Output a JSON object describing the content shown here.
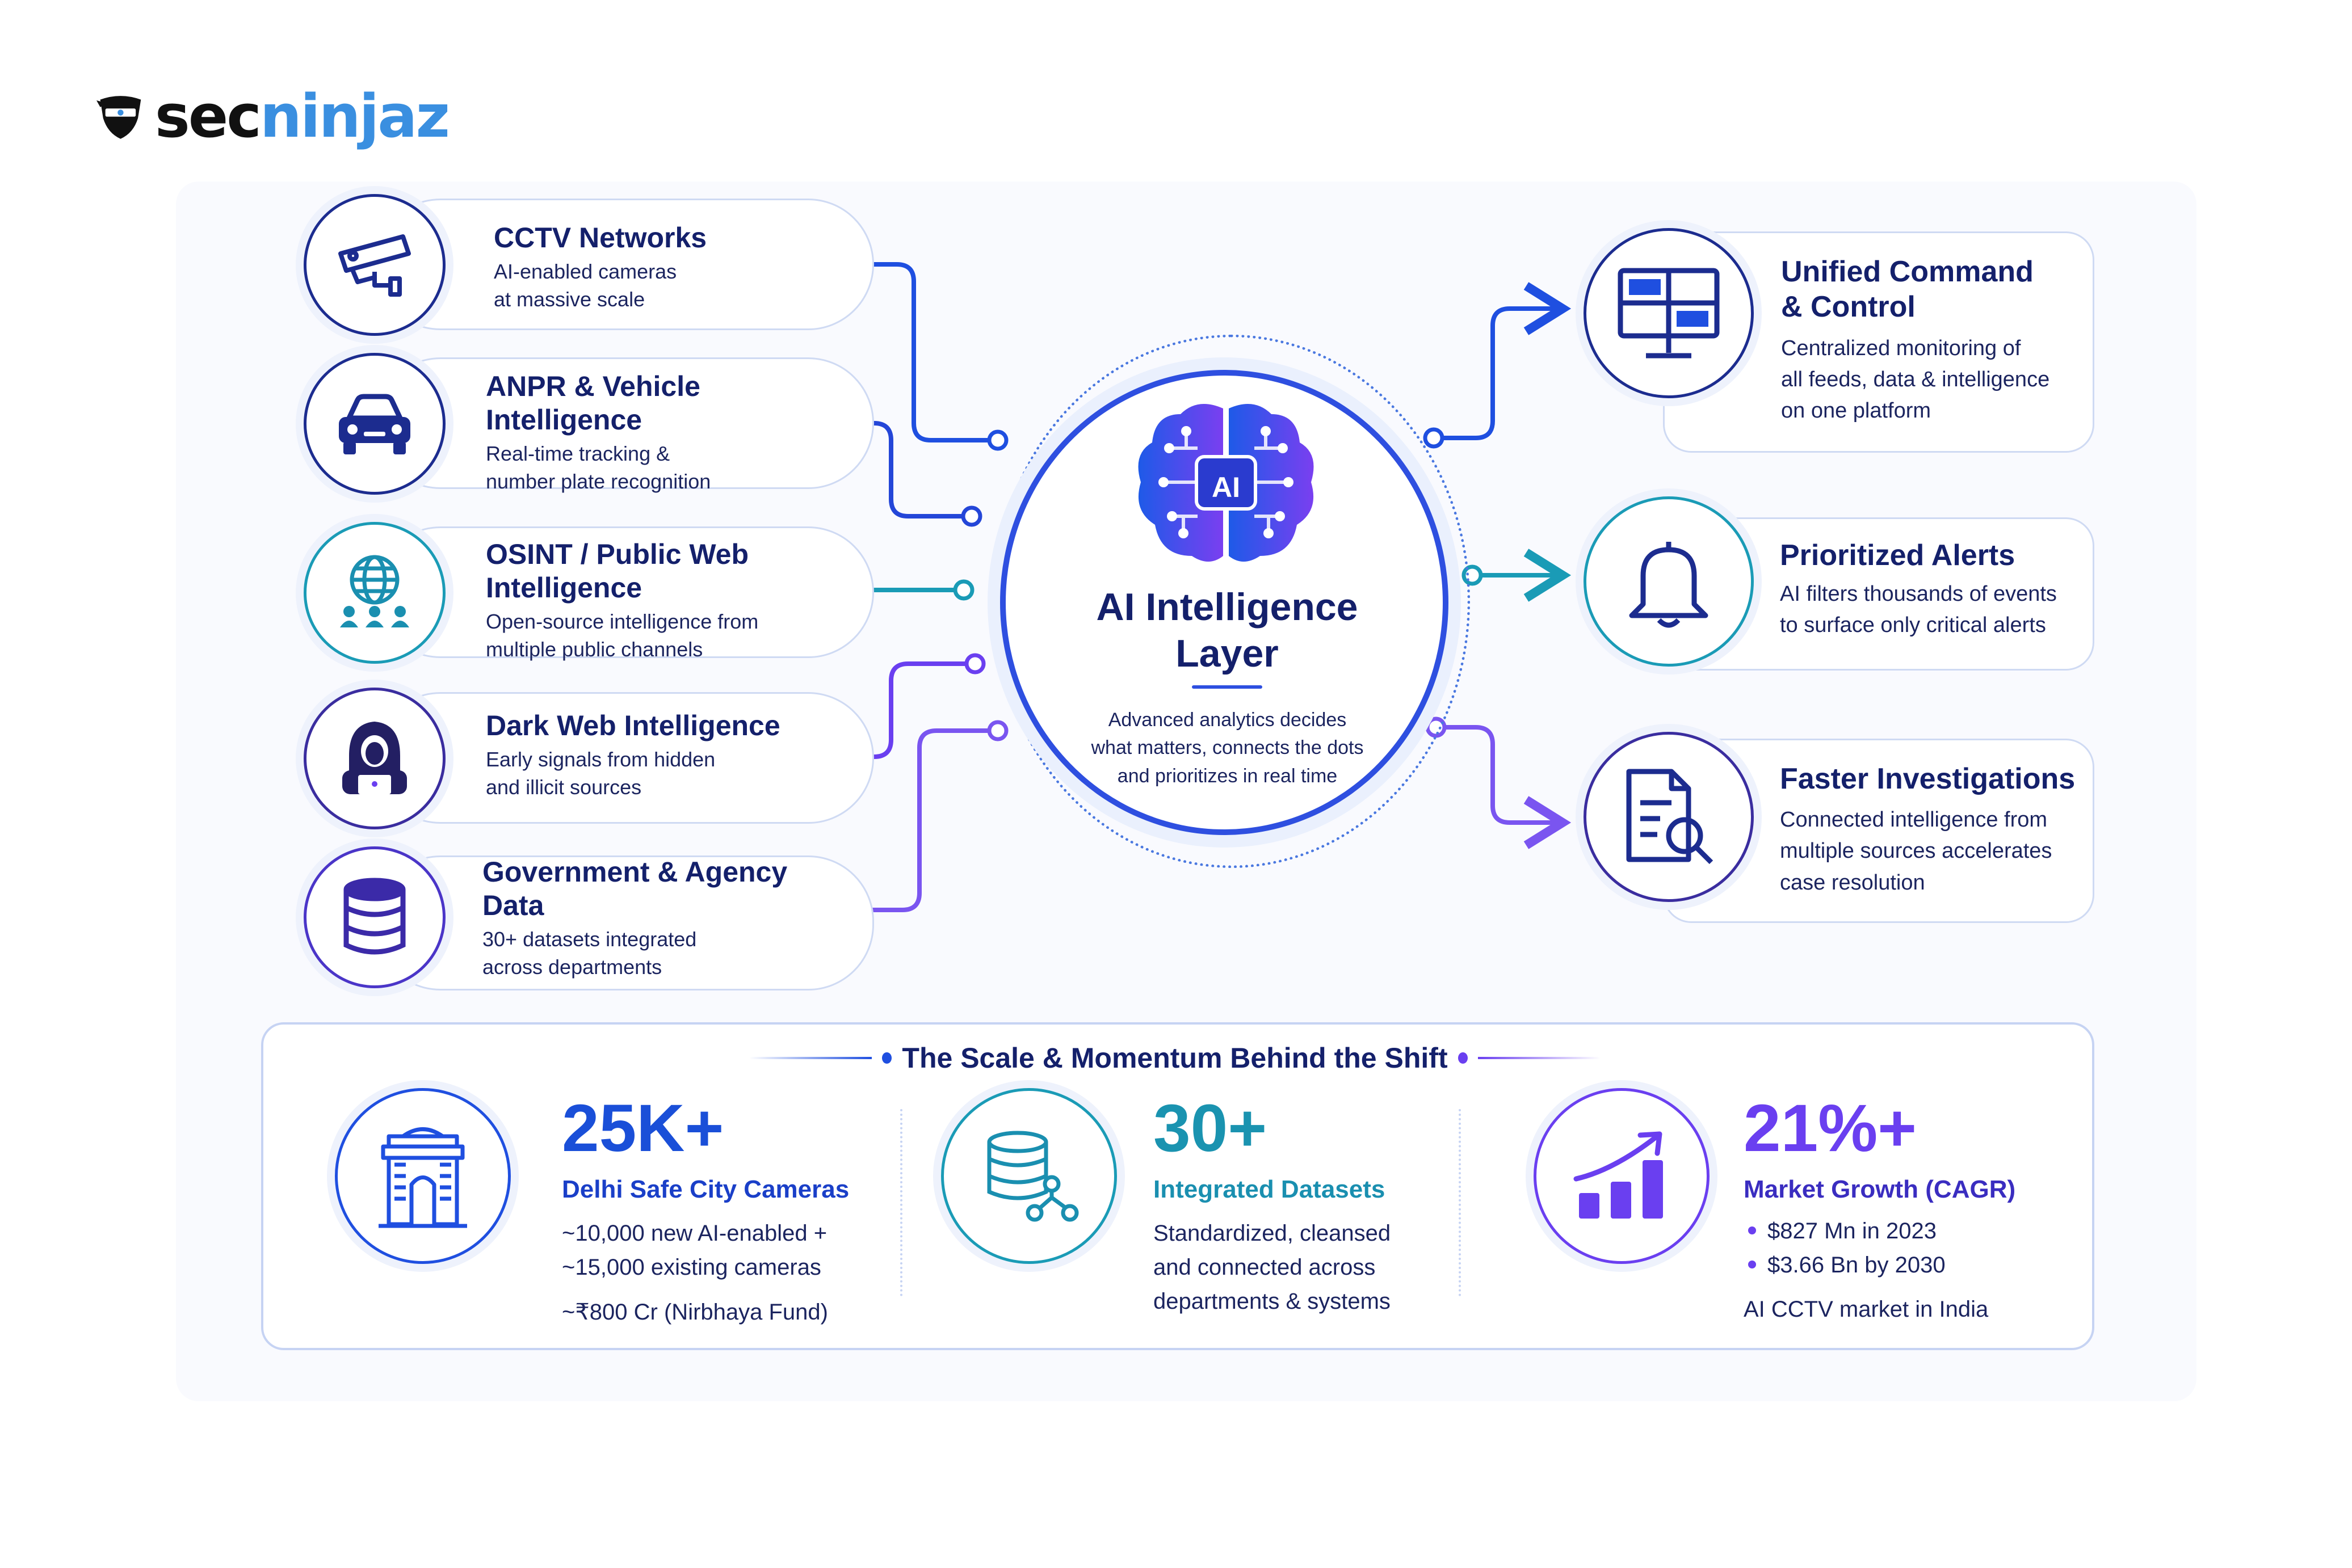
{
  "brand": {
    "logo_sec": "sec",
    "logo_ninjaz": "ninjaz"
  },
  "sources": [
    {
      "title": "CCTV Networks",
      "desc": "AI-enabled cameras\nat massive scale",
      "icon": "cctv-camera-icon"
    },
    {
      "title": "ANPR & Vehicle\nIntelligence",
      "desc": "Real-time tracking &\nnumber plate recognition",
      "icon": "car-icon"
    },
    {
      "title": "OSINT / Public Web\nIntelligence",
      "desc": "Open-source intelligence from\nmultiple public channels",
      "icon": "globe-people-icon"
    },
    {
      "title": "Dark Web Intelligence",
      "desc": "Early signals from hidden\nand illicit sources",
      "icon": "hooded-hacker-icon"
    },
    {
      "title": "Government & Agency\nData",
      "desc": "30+ datasets integrated\nacross departments",
      "icon": "database-icon"
    }
  ],
  "hub": {
    "chip": "AI",
    "title": "AI Intelligence\nLayer",
    "desc": "Advanced analytics decides\nwhat matters, connects the dots\nand prioritizes in real time"
  },
  "outputs": [
    {
      "title": "Unified Command\n& Control",
      "desc": "Centralized monitoring of\nall feeds, data & intelligence\non one platform",
      "icon": "monitor-grid-icon"
    },
    {
      "title": "Prioritized Alerts",
      "desc": "AI filters thousands of events\nto surface only critical alerts",
      "icon": "bell-icon"
    },
    {
      "title": "Faster Investigations",
      "desc": "Connected intelligence from\nmultiple sources accelerates\ncase resolution",
      "icon": "document-search-icon"
    }
  ],
  "stats": {
    "heading": "The Scale & Momentum Behind the Shift",
    "items": [
      {
        "big": "25K+",
        "label": "Delhi Safe City Cameras",
        "desc": "~10,000 new AI-enabled +\n~15,000 existing cameras",
        "note": "~₹800 Cr (Nirbhaya Fund)",
        "icon": "india-gate-icon"
      },
      {
        "big": "30+",
        "label": "Integrated Datasets",
        "desc": "Standardized, cleansed\nand connected across\ndepartments & systems",
        "icon": "database-network-icon"
      },
      {
        "big": "21%+",
        "label": "Market Growth (CAGR)",
        "bullets": [
          "$827 Mn in 2023",
          "$3.66 Bn by 2030"
        ],
        "note": "AI CCTV market in India",
        "icon": "growth-chart-icon"
      }
    ]
  },
  "colors": {
    "navy": "#14206b",
    "blue": "#1f4fe0",
    "teal": "#1a9bb6",
    "purple": "#6a3ff0",
    "stat_blue": "#1a4fd8",
    "stat_teal": "#1a93b0",
    "stat_purple": "#6a3ff0"
  }
}
